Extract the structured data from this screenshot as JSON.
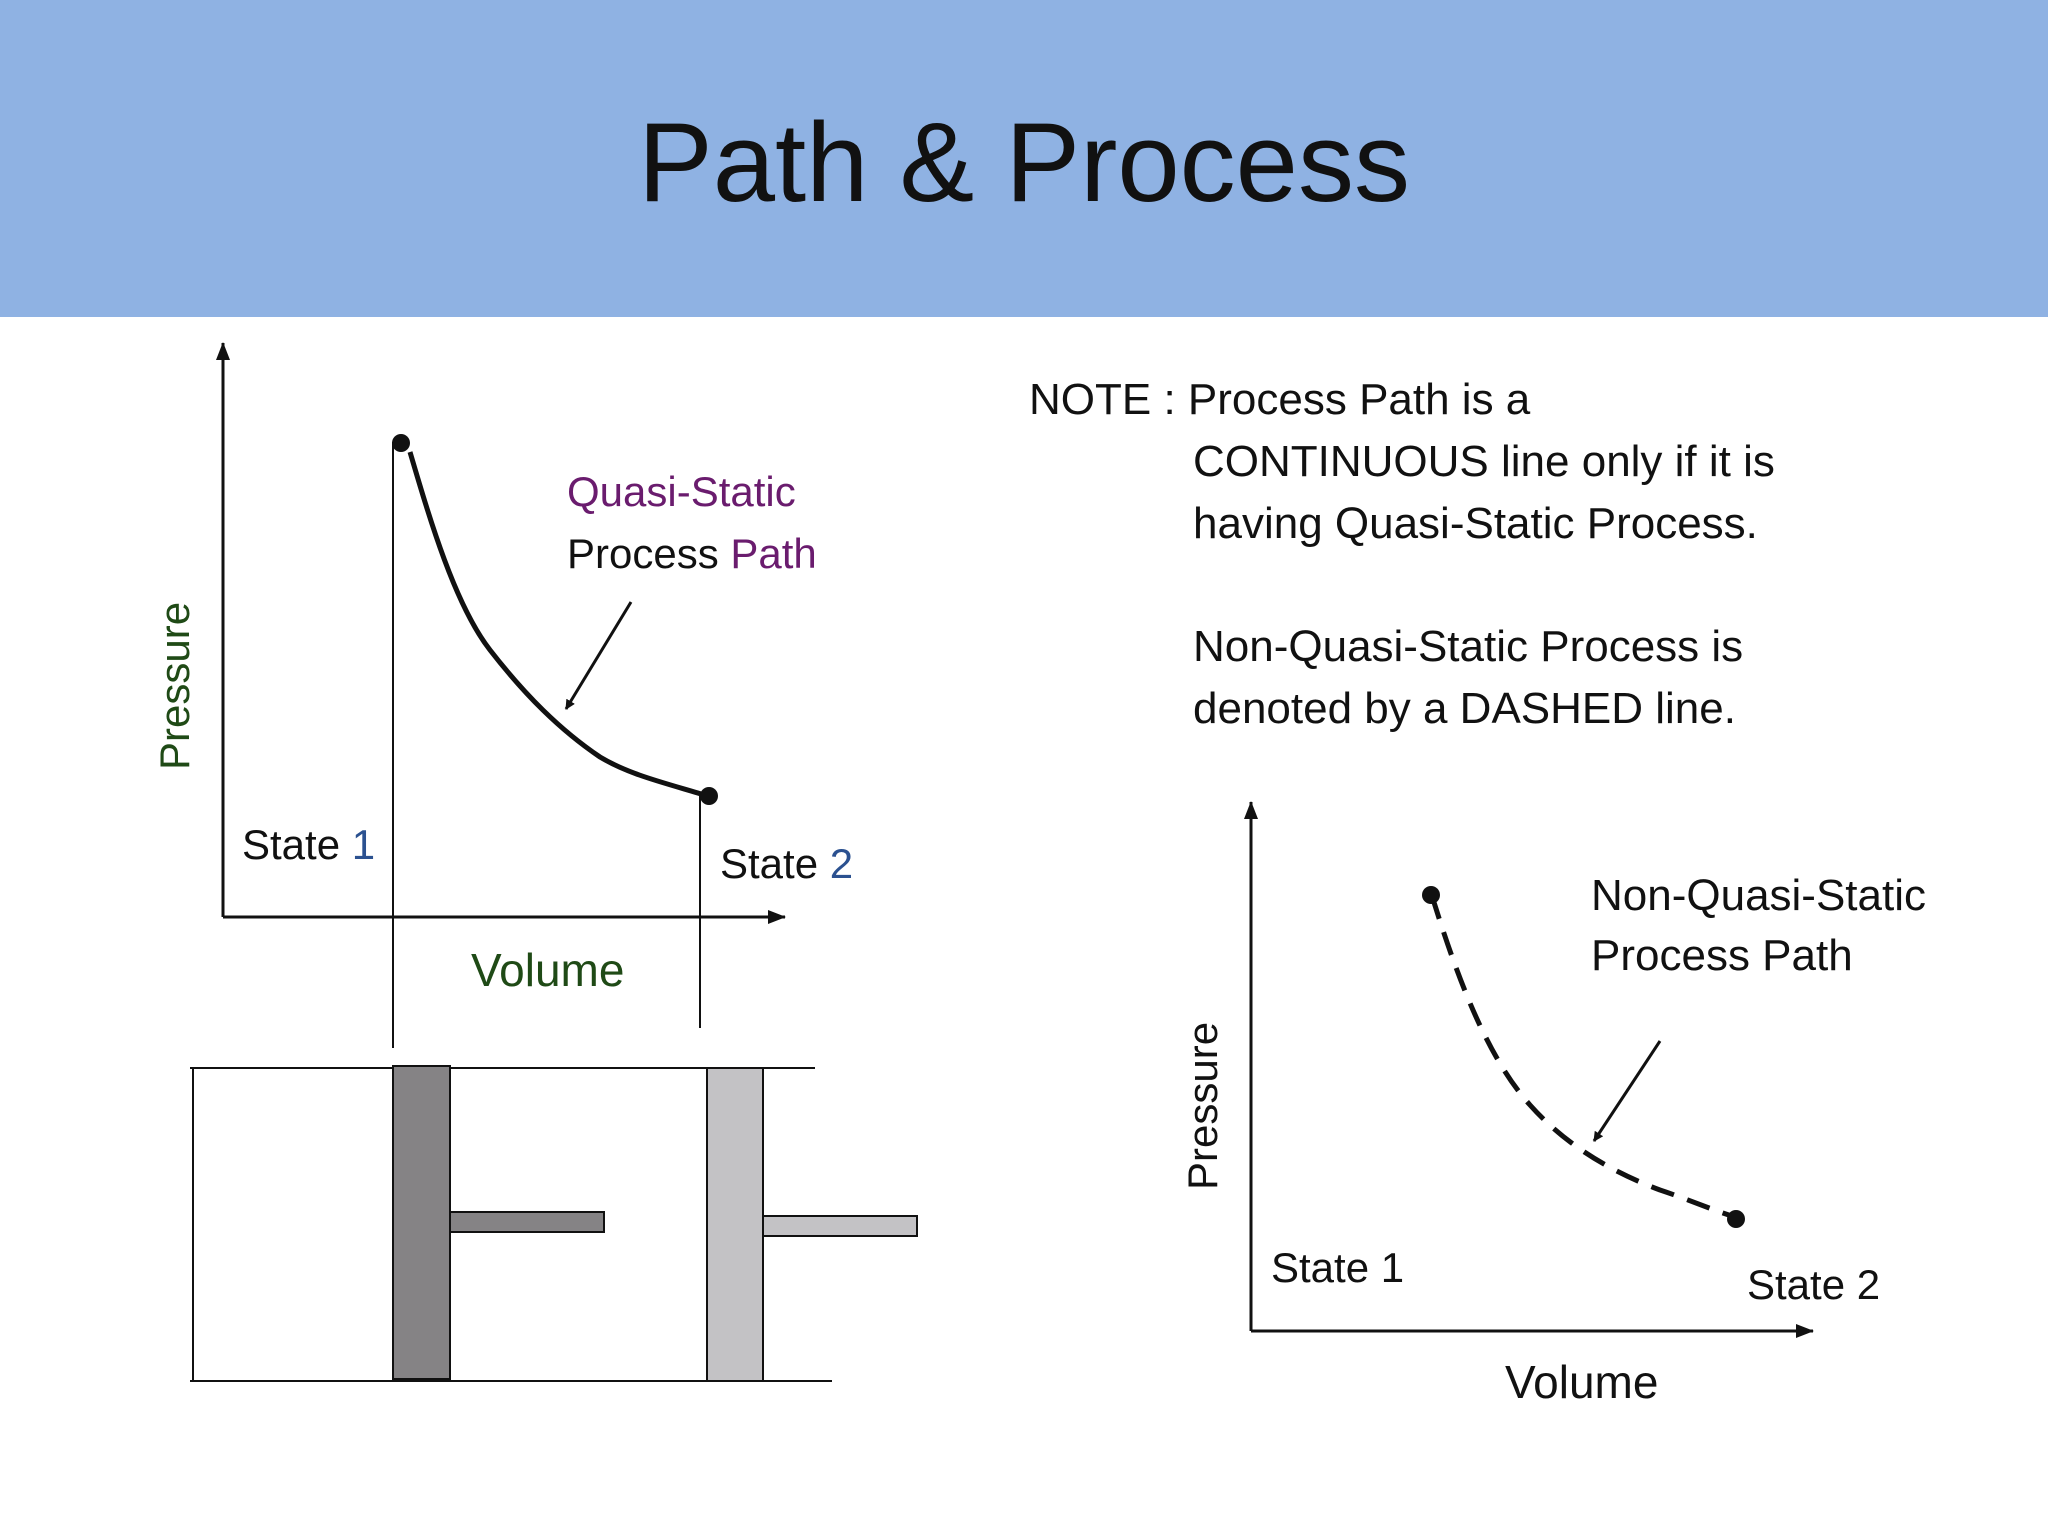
{
  "slide": {
    "title": "Path & Process"
  },
  "left_diagram": {
    "curve_label_line1": "Quasi-Static",
    "curve_label_line2_word1": "Process",
    "curve_label_line2_word2": "Path",
    "y_axis_label": "Pressure",
    "x_axis_label": "Volume",
    "state1_prefix": "State",
    "state1_number": "1",
    "state2_prefix": "State",
    "state2_number": "2",
    "path_style": "solid"
  },
  "note": {
    "line1": "NOTE : Process Path is a",
    "line2": "CONTINUOUS line only if it is",
    "line3": "having Quasi-Static Process.",
    "line4": "Non-Quasi-Static Process is",
    "line5": "denoted by a DASHED line."
  },
  "right_diagram": {
    "curve_label_line1": "Non-Quasi-Static",
    "curve_label_line2": "Process Path",
    "y_axis_label": "Pressure",
    "x_axis_label": "Volume",
    "state1_label": "State 1",
    "state2_label": "State 2",
    "path_style": "dashed"
  },
  "colors": {
    "header_background": "#8fb2e3",
    "purple_text": "#6a1c6e",
    "green_text": "#1f4a16",
    "blue_text": "#2b5190",
    "piston_dark": "#858385",
    "piston_light": "#c3c2c5"
  }
}
